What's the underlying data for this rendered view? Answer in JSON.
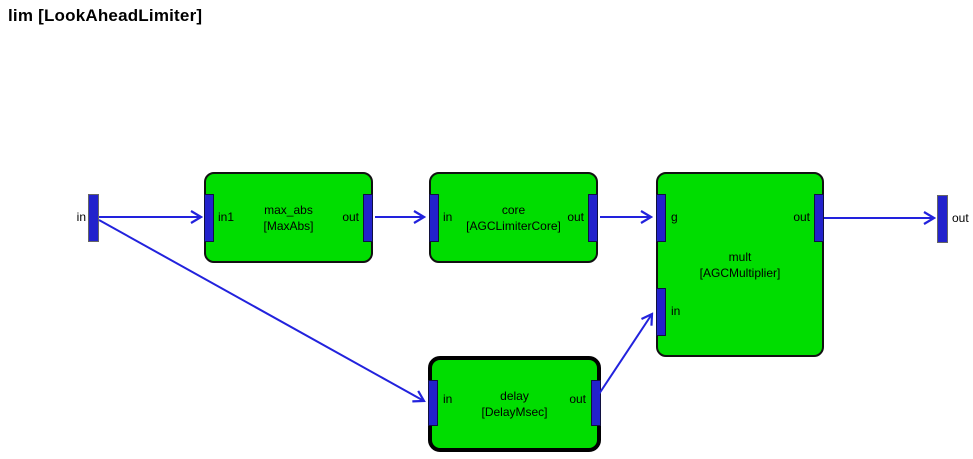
{
  "title": "lim [LookAheadLimiter]",
  "colors": {
    "block_fill": "#00dd00",
    "port_blue": "#2222cc",
    "wire_blue": "#2222dd",
    "block_border": "#111111",
    "selected_border": "#000000",
    "background": "#ffffff"
  },
  "io": {
    "input": {
      "label": "in"
    },
    "output": {
      "label": "out"
    }
  },
  "blocks": [
    {
      "name": "max_abs",
      "type": "[MaxAbs]",
      "ports": {
        "left": "in1",
        "right": "out"
      },
      "selected": false
    },
    {
      "name": "core",
      "type": "[AGCLimiterCore]",
      "ports": {
        "left": "in",
        "right": "out"
      },
      "selected": false
    },
    {
      "name": "mult",
      "type": "[AGCMultiplier]",
      "ports": {
        "g": "g",
        "in": "in",
        "out": "out"
      },
      "selected": false
    },
    {
      "name": "delay",
      "type": "[DelayMsec]",
      "ports": {
        "left": "in",
        "right": "out"
      },
      "selected": true
    }
  ],
  "wires": [
    {
      "from": "in",
      "to": "max_abs.in1"
    },
    {
      "from": "in",
      "to": "delay.in"
    },
    {
      "from": "max_abs.out",
      "to": "core.in"
    },
    {
      "from": "core.out",
      "to": "mult.g"
    },
    {
      "from": "mult.out",
      "to": "out"
    },
    {
      "from": "delay.out",
      "to": "mult.in"
    }
  ]
}
